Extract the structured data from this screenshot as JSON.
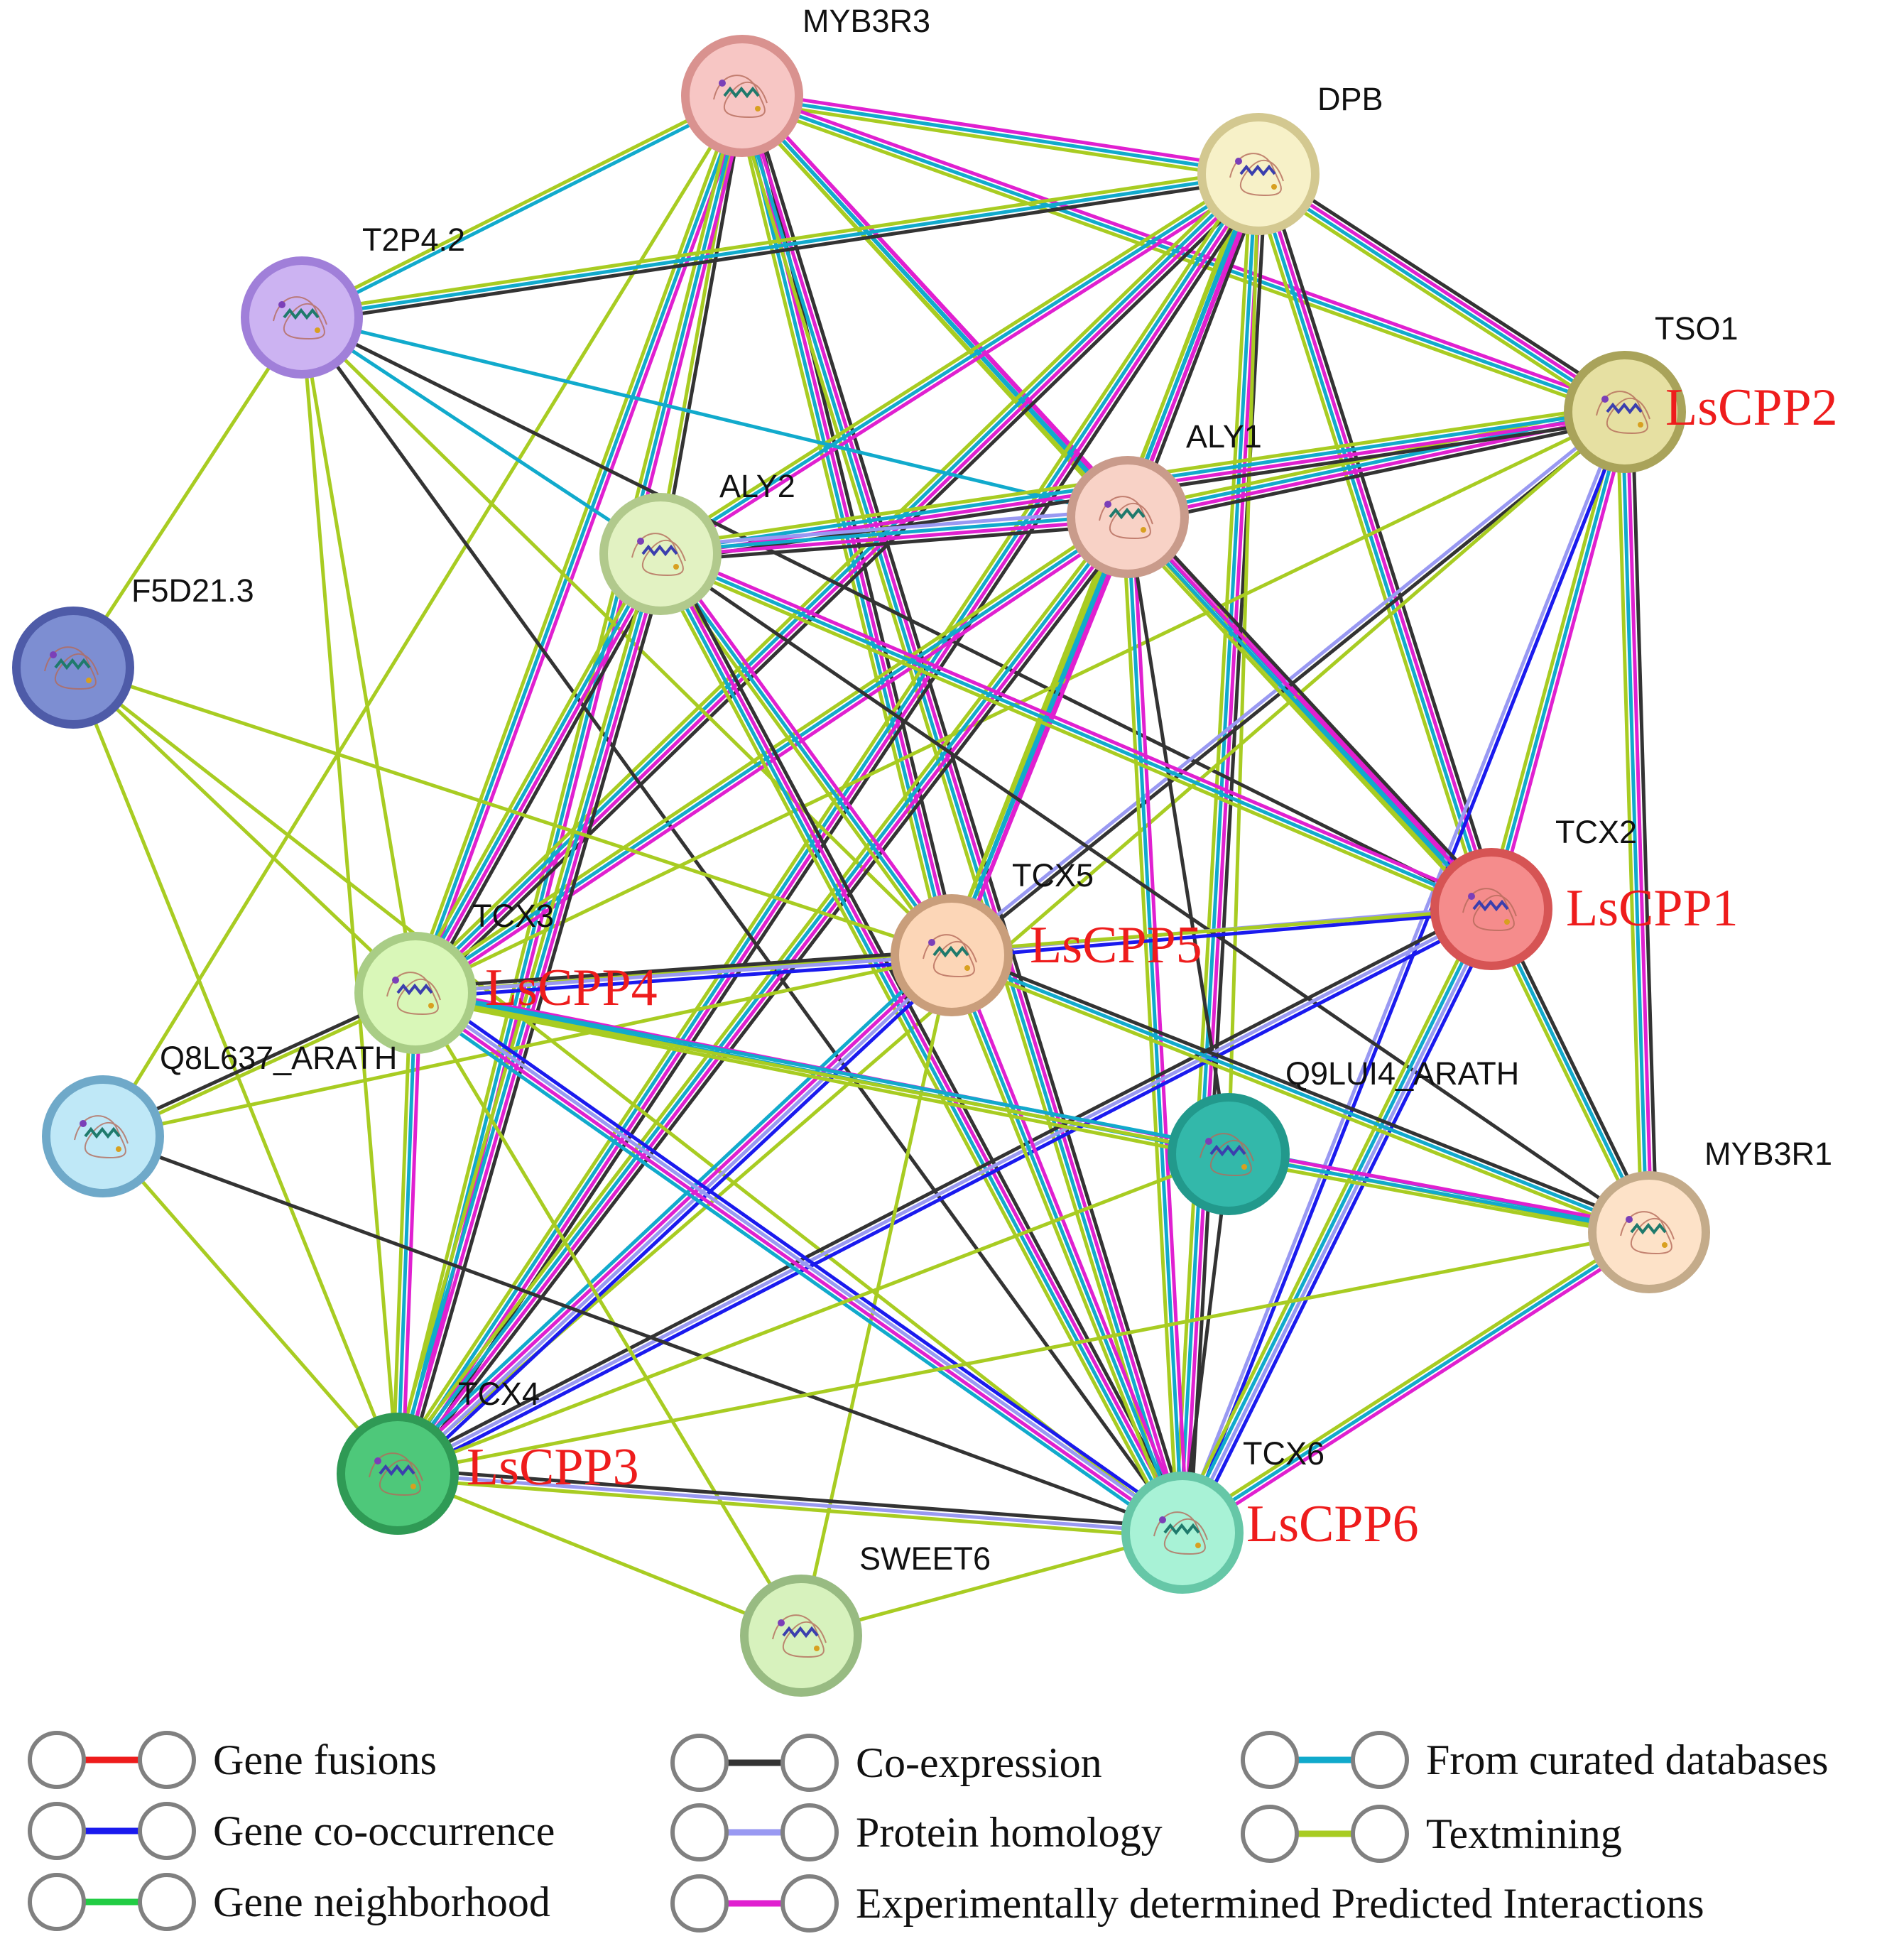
{
  "colors": {
    "gene_fusions": "#ee1c1c",
    "gene_cooccurrence": "#1a1aee",
    "gene_neighborhood": "#22cc44",
    "coexpression": "#333333",
    "protein_homology": "#9999f2",
    "experimental": "#e020d0",
    "curated": "#11aacc",
    "textmining": "#a8cc22",
    "lscpp_text": "#ee1c1c"
  },
  "nodes": [
    {
      "id": "MYB3R3",
      "label": "MYB3R3",
      "fill": "#f7c6c4",
      "ring": "#d9928f",
      "icon": "protein-structure-icon"
    },
    {
      "id": "DPB",
      "label": "DPB",
      "fill": "#f7f1c8",
      "ring": "#d3c890",
      "icon": "protein-structure-icon"
    },
    {
      "id": "T2P4.2",
      "label": "T2P4.2",
      "fill": "#ccb3f2",
      "ring": "#a07fd9",
      "icon": "protein-structure-icon"
    },
    {
      "id": "TSO1",
      "label": "TSO1",
      "extra": "LsCPP2",
      "fill": "#e6e0a2",
      "ring": "#a9a35a",
      "icon": "protein-structure-icon"
    },
    {
      "id": "ALY1",
      "label": "ALY1",
      "fill": "#f8d2c6",
      "ring": "#c99b8b",
      "icon": "protein-structure-icon"
    },
    {
      "id": "ALY2",
      "label": "ALY2",
      "fill": "#e2f2c2",
      "ring": "#b1c98c",
      "icon": "protein-structure-icon"
    },
    {
      "id": "F5D21.3",
      "label": "F5D21.3",
      "fill": "#7d8ed2",
      "ring": "#4e5ba8",
      "icon": "protein-structure-icon"
    },
    {
      "id": "TCX2",
      "label": "TCX2",
      "extra": "LsCPP1",
      "fill": "#f58c8c",
      "ring": "#d65454",
      "icon": "protein-structure-icon"
    },
    {
      "id": "TCX5",
      "label": "TCX5",
      "extra": "LsCPP5",
      "fill": "#fcd6b7",
      "ring": "#c99e7b",
      "icon": "protein-structure-icon"
    },
    {
      "id": "TCX3",
      "label": "TCX3",
      "extra": "LsCPP4",
      "fill": "#d9f7b8",
      "ring": "#a9cd86",
      "icon": "protein-structure-icon"
    },
    {
      "id": "Q8L637_ARATH",
      "label": "Q8L637_ARATH",
      "fill": "#bfe8f7",
      "ring": "#6fa9c9",
      "icon": "protein-structure-icon"
    },
    {
      "id": "Q9LUI4_ARATH",
      "label": "Q9LUI4_ARATH",
      "fill": "#33b8aa",
      "ring": "#22998c",
      "icon": "protein-structure-icon"
    },
    {
      "id": "MYB3R1",
      "label": "MYB3R1",
      "fill": "#fde2c8",
      "ring": "#c4ab8a",
      "icon": "protein-structure-icon"
    },
    {
      "id": "TCX4",
      "label": "TCX4",
      "extra": "LsCPP3",
      "fill": "#4ec87a",
      "ring": "#2f9a55",
      "icon": "protein-structure-icon"
    },
    {
      "id": "TCX6",
      "label": "TCX6",
      "extra": "LsCPP6",
      "fill": "#a8f2d6",
      "ring": "#66c7a7",
      "icon": "protein-structure-icon"
    },
    {
      "id": "SWEET6",
      "label": "SWEET6",
      "fill": "#d7f2bd",
      "ring": "#98bb82",
      "icon": "protein-structure-icon"
    }
  ],
  "edges": [
    {
      "a": "MYB3R3",
      "b": "T2P4.2",
      "t": [
        "curated",
        "textmining"
      ]
    },
    {
      "a": "MYB3R3",
      "b": "DPB",
      "t": [
        "experimental",
        "curated",
        "textmining"
      ]
    },
    {
      "a": "MYB3R3",
      "b": "TSO1",
      "t": [
        "experimental",
        "curated",
        "textmining"
      ]
    },
    {
      "a": "MYB3R3",
      "b": "ALY1",
      "t": [
        "experimental",
        "curated",
        "textmining"
      ]
    },
    {
      "a": "MYB3R3",
      "b": "ALY2",
      "t": [
        "coexpression",
        "textmining"
      ]
    },
    {
      "a": "MYB3R3",
      "b": "TCX2",
      "t": [
        "experimental",
        "curated",
        "textmining"
      ]
    },
    {
      "a": "MYB3R3",
      "b": "TCX5",
      "t": [
        "coexpression",
        "experimental",
        "curated",
        "textmining"
      ]
    },
    {
      "a": "MYB3R3",
      "b": "TCX3",
      "t": [
        "experimental",
        "curated",
        "textmining"
      ]
    },
    {
      "a": "MYB3R3",
      "b": "TCX4",
      "t": [
        "experimental",
        "curated",
        "textmining"
      ]
    },
    {
      "a": "MYB3R3",
      "b": "TCX6",
      "t": [
        "coexpression",
        "experimental",
        "curated",
        "textmining"
      ]
    },
    {
      "a": "MYB3R3",
      "b": "Q8L637_ARATH",
      "t": [
        "textmining"
      ]
    },
    {
      "a": "DPB",
      "b": "T2P4.2",
      "t": [
        "coexpression",
        "curated",
        "textmining"
      ]
    },
    {
      "a": "DPB",
      "b": "TSO1",
      "t": [
        "coexpression",
        "experimental",
        "curated",
        "textmining"
      ]
    },
    {
      "a": "DPB",
      "b": "ALY1",
      "t": [
        "coexpression",
        "experimental",
        "curated",
        "textmining"
      ]
    },
    {
      "a": "DPB",
      "b": "ALY2",
      "t": [
        "experimental",
        "curated",
        "textmining"
      ]
    },
    {
      "a": "DPB",
      "b": "TCX2",
      "t": [
        "coexpression",
        "experimental",
        "curated",
        "textmining"
      ]
    },
    {
      "a": "DPB",
      "b": "TCX5",
      "t": [
        "experimental",
        "curated",
        "textmining"
      ]
    },
    {
      "a": "DPB",
      "b": "TCX3",
      "t": [
        "coexpression",
        "experimental",
        "curated",
        "textmining"
      ]
    },
    {
      "a": "DPB",
      "b": "TCX4",
      "t": [
        "coexpression",
        "experimental",
        "curated",
        "textmining"
      ]
    },
    {
      "a": "DPB",
      "b": "TCX6",
      "t": [
        "coexpression",
        "experimental",
        "curated",
        "textmining"
      ]
    },
    {
      "a": "DPB",
      "b": "Q9LUI4_ARATH",
      "t": [
        "textmining"
      ]
    },
    {
      "a": "T2P4.2",
      "b": "ALY1",
      "t": [
        "curated"
      ]
    },
    {
      "a": "T2P4.2",
      "b": "TCX2",
      "t": [
        "coexpression"
      ]
    },
    {
      "a": "T2P4.2",
      "b": "TCX5",
      "t": [
        "textmining"
      ]
    },
    {
      "a": "T2P4.2",
      "b": "TCX3",
      "t": [
        "textmining"
      ]
    },
    {
      "a": "T2P4.2",
      "b": "TCX4",
      "t": [
        "textmining"
      ]
    },
    {
      "a": "T2P4.2",
      "b": "TCX6",
      "t": [
        "coexpression"
      ]
    },
    {
      "a": "T2P4.2",
      "b": "F5D21.3",
      "t": [
        "textmining"
      ]
    },
    {
      "a": "T2P4.2",
      "b": "ALY2",
      "t": [
        "curated"
      ]
    },
    {
      "a": "TSO1",
      "b": "ALY1",
      "t": [
        "coexpression",
        "experimental",
        "curated",
        "textmining"
      ]
    },
    {
      "a": "TSO1",
      "b": "ALY2",
      "t": [
        "coexpression",
        "experimental",
        "curated",
        "textmining"
      ]
    },
    {
      "a": "TSO1",
      "b": "TCX2",
      "t": [
        "experimental",
        "curated",
        "textmining"
      ]
    },
    {
      "a": "TSO1",
      "b": "TCX5",
      "t": [
        "coexpression",
        "protein_homology"
      ]
    },
    {
      "a": "TSO1",
      "b": "TCX3",
      "t": [
        "textmining"
      ]
    },
    {
      "a": "TSO1",
      "b": "TCX4",
      "t": [
        "textmining"
      ]
    },
    {
      "a": "TSO1",
      "b": "TCX6",
      "t": [
        "gene_cooccurrence",
        "protein_homology"
      ]
    },
    {
      "a": "TSO1",
      "b": "MYB3R1",
      "t": [
        "coexpression",
        "experimental",
        "curated",
        "textmining"
      ]
    },
    {
      "a": "ALY1",
      "b": "ALY2",
      "t": [
        "coexpression",
        "experimental",
        "curated",
        "protein_homology"
      ]
    },
    {
      "a": "ALY1",
      "b": "TCX2",
      "t": [
        "coexpression",
        "experimental",
        "curated",
        "textmining"
      ]
    },
    {
      "a": "ALY1",
      "b": "TCX3",
      "t": [
        "experimental",
        "curated",
        "textmining"
      ]
    },
    {
      "a": "ALY1",
      "b": "TCX4",
      "t": [
        "coexpression",
        "experimental",
        "curated",
        "textmining"
      ]
    },
    {
      "a": "ALY1",
      "b": "TCX5",
      "t": [
        "experimental",
        "curated",
        "textmining"
      ]
    },
    {
      "a": "ALY1",
      "b": "TCX6",
      "t": [
        "experimental",
        "curated",
        "textmining"
      ]
    },
    {
      "a": "ALY1",
      "b": "Q9LUI4_ARATH",
      "t": [
        "coexpression"
      ]
    },
    {
      "a": "ALY2",
      "b": "TCX2",
      "t": [
        "experimental",
        "curated",
        "textmining"
      ]
    },
    {
      "a": "ALY2",
      "b": "TCX5",
      "t": [
        "experimental",
        "curated",
        "textmining"
      ]
    },
    {
      "a": "ALY2",
      "b": "TCX3",
      "t": [
        "coexpression",
        "experimental",
        "curated",
        "textmining"
      ]
    },
    {
      "a": "ALY2",
      "b": "TCX4",
      "t": [
        "coexpression",
        "experimental",
        "curated",
        "textmining"
      ]
    },
    {
      "a": "ALY2",
      "b": "TCX6",
      "t": [
        "coexpression",
        "experimental",
        "curated",
        "textmining"
      ]
    },
    {
      "a": "ALY2",
      "b": "MYB3R1",
      "t": [
        "coexpression"
      ]
    },
    {
      "a": "F5D21.3",
      "b": "TCX3",
      "t": [
        "textmining"
      ]
    },
    {
      "a": "F5D21.3",
      "b": "TCX5",
      "t": [
        "textmining"
      ]
    },
    {
      "a": "F5D21.3",
      "b": "TCX4",
      "t": [
        "textmining"
      ]
    },
    {
      "a": "F5D21.3",
      "b": "TCX6",
      "t": [
        "textmining"
      ]
    },
    {
      "a": "TCX2",
      "b": "TCX5",
      "t": [
        "gene_cooccurrence",
        "protein_homology"
      ]
    },
    {
      "a": "TCX2",
      "b": "TCX3",
      "t": [
        "textmining"
      ]
    },
    {
      "a": "TCX2",
      "b": "TCX4",
      "t": [
        "gene_cooccurrence",
        "protein_homology",
        "coexpression"
      ]
    },
    {
      "a": "TCX2",
      "b": "TCX6",
      "t": [
        "gene_cooccurrence",
        "protein_homology",
        "curated",
        "textmining"
      ]
    },
    {
      "a": "TCX2",
      "b": "MYB3R1",
      "t": [
        "coexpression",
        "curated",
        "textmining"
      ]
    },
    {
      "a": "TCX5",
      "b": "TCX3",
      "t": [
        "gene_cooccurrence",
        "protein_homology",
        "coexpression"
      ]
    },
    {
      "a": "TCX5",
      "b": "TCX4",
      "t": [
        "gene_cooccurrence",
        "protein_homology",
        "experimental",
        "curated"
      ]
    },
    {
      "a": "TCX5",
      "b": "TCX6",
      "t": [
        "experimental",
        "curated",
        "textmining"
      ]
    },
    {
      "a": "TCX5",
      "b": "MYB3R1",
      "t": [
        "coexpression",
        "curated",
        "textmining"
      ]
    },
    {
      "a": "TCX5",
      "b": "Q8L637_ARATH",
      "t": [
        "textmining"
      ]
    },
    {
      "a": "TCX5",
      "b": "SWEET6",
      "t": [
        "textmining"
      ]
    },
    {
      "a": "TCX3",
      "b": "TCX4",
      "t": [
        "experimental",
        "curated",
        "textmining"
      ]
    },
    {
      "a": "TCX3",
      "b": "TCX6",
      "t": [
        "gene_cooccurrence",
        "protein_homology",
        "experimental",
        "curated"
      ]
    },
    {
      "a": "TCX3",
      "b": "Q9LUI4_ARATH",
      "t": [
        "experimental",
        "curated",
        "textmining"
      ]
    },
    {
      "a": "TCX3",
      "b": "MYB3R1",
      "t": [
        "curated",
        "textmining"
      ]
    },
    {
      "a": "TCX3",
      "b": "SWEET6",
      "t": [
        "textmining"
      ]
    },
    {
      "a": "Q8L637_ARATH",
      "b": "TCX3",
      "t": [
        "coexpression",
        "textmining"
      ]
    },
    {
      "a": "Q8L637_ARATH",
      "b": "TCX4",
      "t": [
        "textmining"
      ]
    },
    {
      "a": "Q8L637_ARATH",
      "b": "TCX6",
      "t": [
        "coexpression"
      ]
    },
    {
      "a": "Q9LUI4_ARATH",
      "b": "TCX4",
      "t": [
        "textmining"
      ]
    },
    {
      "a": "Q9LUI4_ARATH",
      "b": "TCX6",
      "t": [
        "coexpression"
      ]
    },
    {
      "a": "Q9LUI4_ARATH",
      "b": "MYB3R1",
      "t": [
        "experimental",
        "curated",
        "textmining"
      ]
    },
    {
      "a": "MYB3R1",
      "b": "TCX6",
      "t": [
        "experimental",
        "curated",
        "textmining"
      ]
    },
    {
      "a": "MYB3R1",
      "b": "TCX4",
      "t": [
        "textmining"
      ]
    },
    {
      "a": "TCX4",
      "b": "TCX6",
      "t": [
        "coexpression",
        "protein_homology",
        "textmining"
      ]
    },
    {
      "a": "TCX4",
      "b": "SWEET6",
      "t": [
        "textmining"
      ]
    },
    {
      "a": "TCX6",
      "b": "SWEET6",
      "t": [
        "textmining"
      ]
    }
  ],
  "legend": [
    {
      "key": "gene_fusions",
      "label": "Gene fusions"
    },
    {
      "key": "gene_cooccurrence",
      "label": "Gene co-occurrence"
    },
    {
      "key": "gene_neighborhood",
      "label": "Gene neighborhood"
    },
    {
      "key": "coexpression",
      "label": "Co-expression"
    },
    {
      "key": "protein_homology",
      "label": "Protein homology"
    },
    {
      "key": "experimental",
      "label": "Experimentally determined Predicted Interactions"
    },
    {
      "key": "curated",
      "label": "From curated databases"
    },
    {
      "key": "textmining",
      "label": "Textmining"
    }
  ]
}
